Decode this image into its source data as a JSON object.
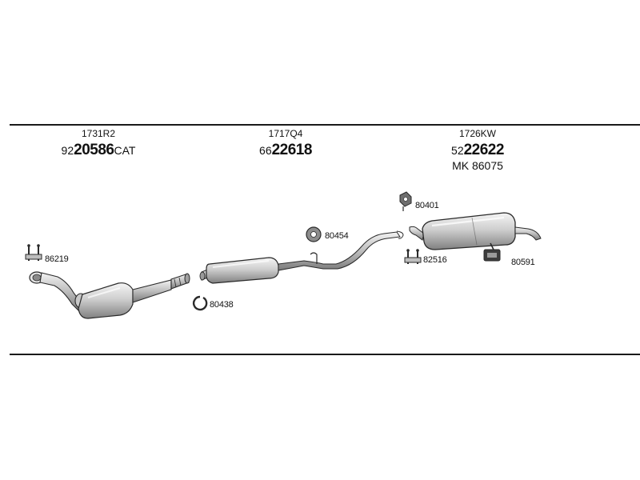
{
  "sections": [
    {
      "ref_top": "1731R2",
      "ref_prefix": "92",
      "ref_number": "20586",
      "ref_suffix": "CAT"
    },
    {
      "ref_top": "1717Q4",
      "ref_prefix": "66",
      "ref_number": "22618",
      "ref_suffix": ""
    },
    {
      "ref_top": "1726KW",
      "ref_prefix": "52",
      "ref_number": "22622",
      "ref_suffix": "",
      "extra": "MK  86075"
    }
  ],
  "parts": {
    "clamp_86219": "86219",
    "ring_80438": "80438",
    "ring_80454": "80454",
    "mount_80401": "80401",
    "clamp_82516": "82516",
    "bracket_80591": "80591"
  },
  "colors": {
    "line": "#1a1a1a",
    "part_fill": "#d9d9d9",
    "part_dark": "#6e6e6e",
    "part_stroke": "#2a2a2a"
  },
  "icons": {
    "clamp": "u-bolt-clamp-icon",
    "ring": "rubber-ring-icon",
    "mount": "rubber-mount-icon",
    "bracket": "hanger-bracket-icon"
  }
}
